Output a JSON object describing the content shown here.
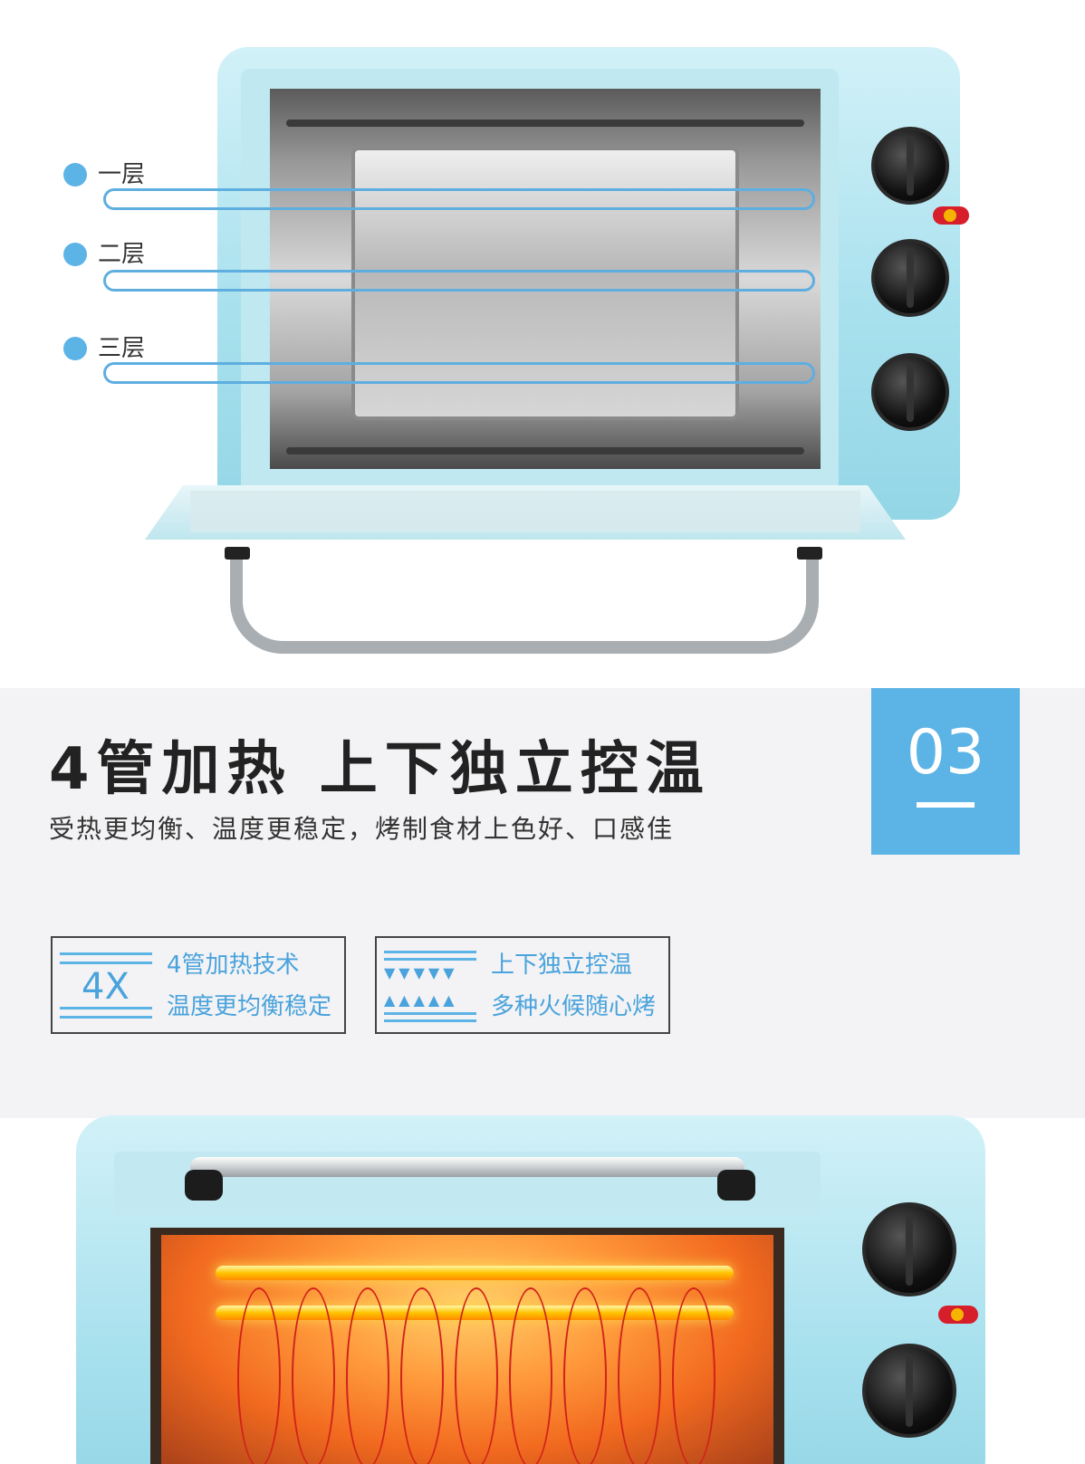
{
  "layers": [
    {
      "label": "一层"
    },
    {
      "label": "二层"
    },
    {
      "label": "三层"
    }
  ],
  "section": {
    "number": "03",
    "headline": "4管加热 上下独立控温",
    "subline": "受热更均衡、温度更稳定，烤制食材上色好、口感佳"
  },
  "features": [
    {
      "badge": "4X",
      "line1": "4管加热技术",
      "line2": "温度更均衡稳定"
    },
    {
      "arrows_down": "▼▼▼▼▼",
      "arrows_up": "▲▲▲▲▲",
      "line1": "上下独立控温",
      "line2": "多种火候随心烤"
    }
  ],
  "colors": {
    "accent": "#5cb3e6",
    "oven_body": "#a9e1ee",
    "text_dark": "#222222"
  }
}
